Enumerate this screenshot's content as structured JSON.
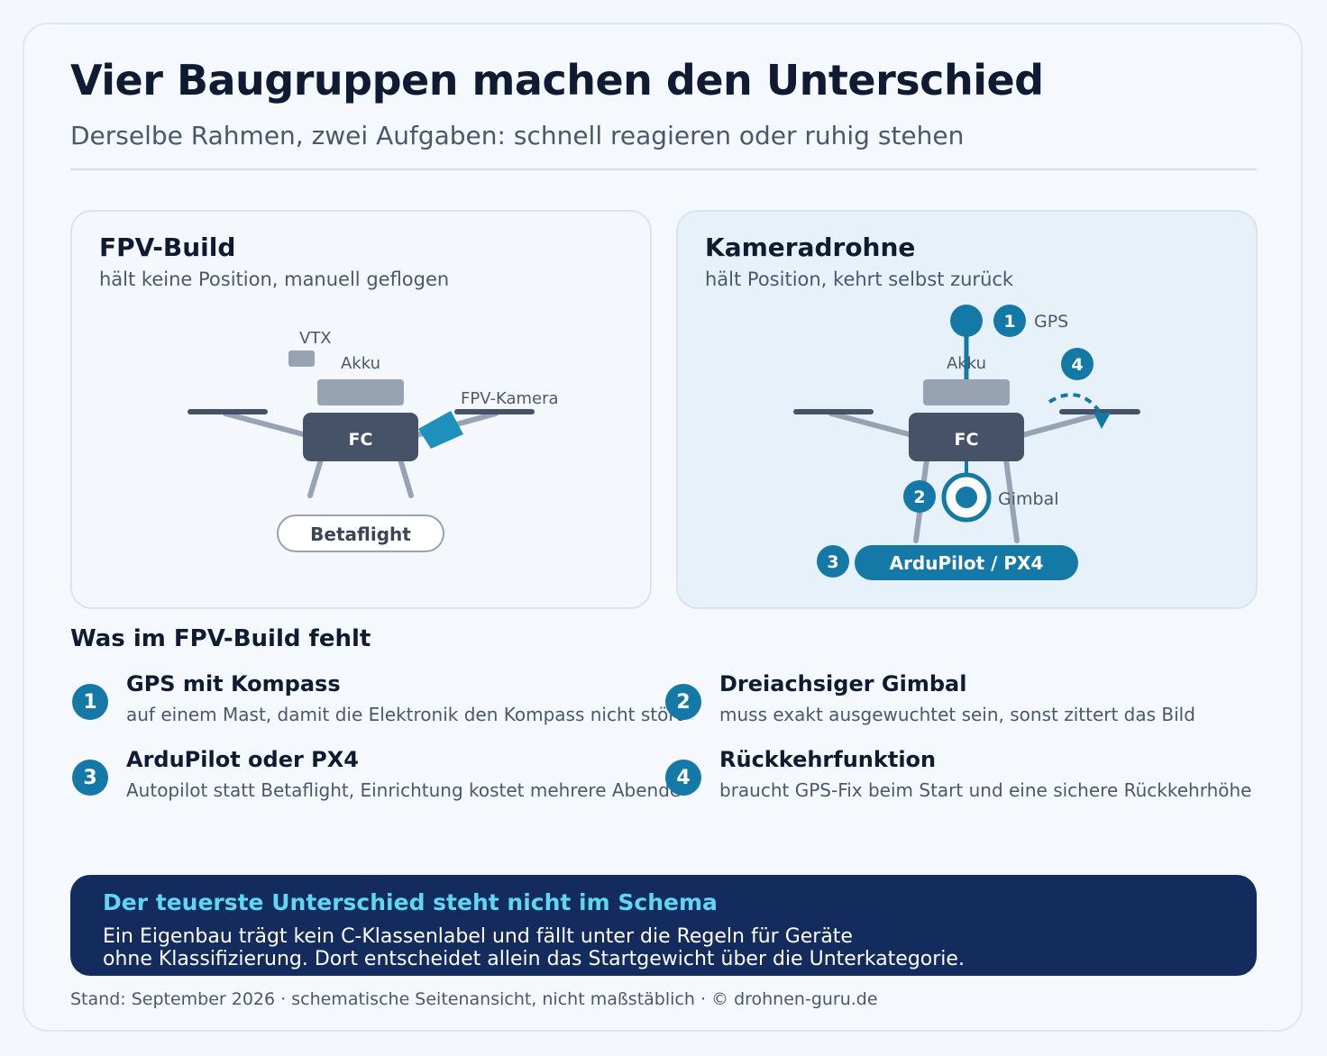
{
  "header": {
    "title": "Vier Baugruppen machen den Unterschied",
    "subtitle": "Derselbe Rahmen, zwei Aufgaben: schnell reagieren oder ruhig stehen"
  },
  "fpv": {
    "title": "FPV-Build",
    "subtitle": "hält keine Position, manuell geflogen",
    "labels": {
      "vtx": "VTX",
      "akku": "Akku",
      "camera": "FPV-Kamera",
      "fc": "FC",
      "firmware": "Betaflight"
    }
  },
  "camera_drone": {
    "title": "Kameradrohne",
    "subtitle": "hält Position, kehrt selbst zurück",
    "labels": {
      "gps": "GPS",
      "akku": "Akku",
      "fc": "FC",
      "gimbal": "Gimbal",
      "firmware": "ArduPilot / PX4"
    },
    "badges": [
      "1",
      "2",
      "3",
      "4"
    ]
  },
  "missing": {
    "heading": "Was im FPV-Build fehlt",
    "items": [
      {
        "num": "1",
        "title": "GPS mit Kompass",
        "desc": "auf einem Mast, damit die Elektronik den Kompass nicht stört"
      },
      {
        "num": "2",
        "title": "Dreiachsiger Gimbal",
        "desc": "muss exakt ausgewuchtet sein, sonst zittert das Bild"
      },
      {
        "num": "3",
        "title": "ArduPilot oder PX4",
        "desc": "Autopilot statt Betaflight, Einrichtung kostet mehrere Abende"
      },
      {
        "num": "4",
        "title": "Rückkehrfunktion",
        "desc": "braucht GPS-Fix beim Start und eine sichere Rückkehrhöhe"
      }
    ]
  },
  "callout": {
    "title": "Der teuerste Unterschied steht nicht im Schema",
    "line1": "Ein Eigenbau trägt kein C-Klassenlabel und fällt unter die Regeln für Geräte",
    "line2": "ohne Klassifizierung. Dort entscheidet allein das Startgewicht über die Unterkategorie."
  },
  "footer": "Stand: September 2026 · schematische Seitenansicht, nicht maßstäblich · © drohnen-guru.de",
  "colors": {
    "accent": "#1479a6",
    "dark_navy": "#132c5d",
    "fc_body": "#465268",
    "battery": "#97a3b3",
    "callout_title": "#5fd6f2"
  }
}
